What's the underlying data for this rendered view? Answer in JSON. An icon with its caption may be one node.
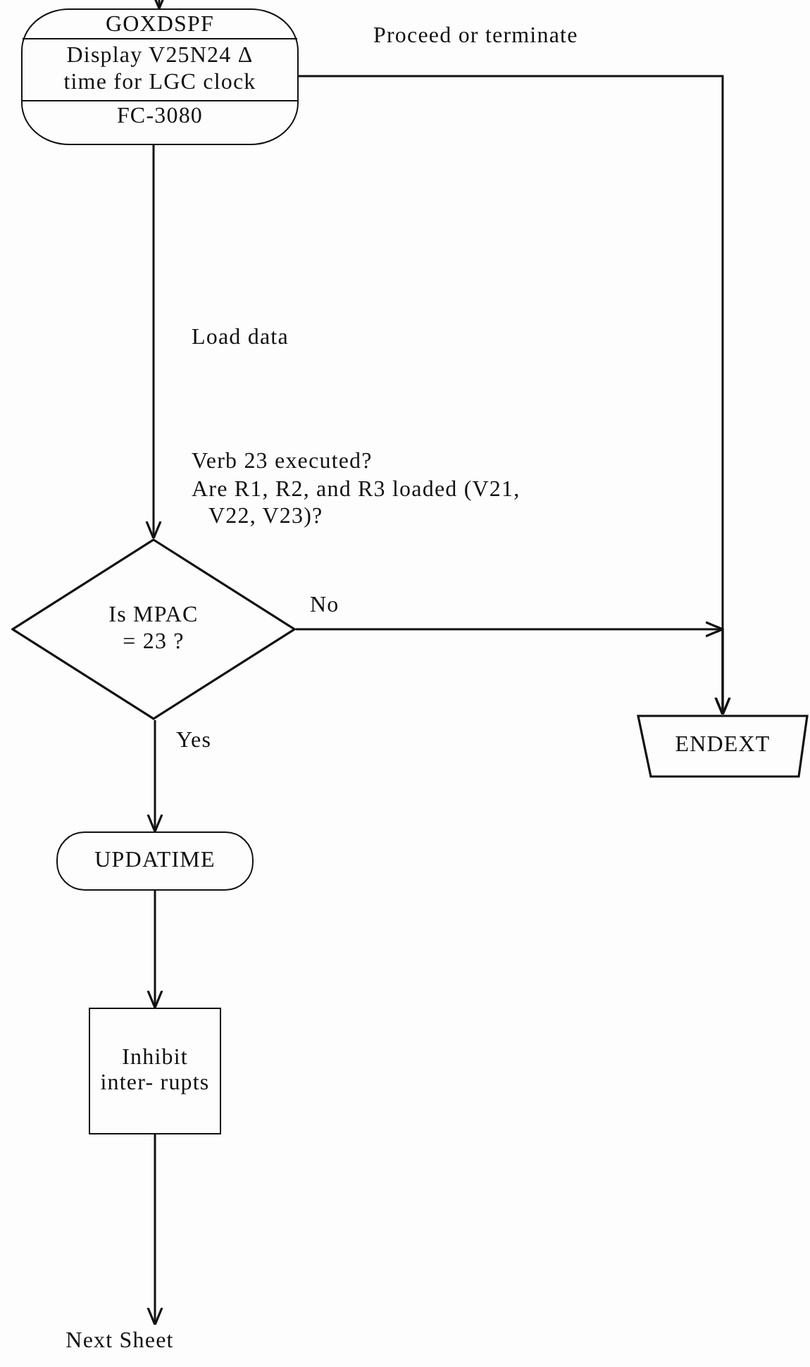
{
  "diagram": {
    "nodes": [
      {
        "text": [
          "GOXDSPF",
          "Display V25N24 Δ time for LGC clock",
          "FC-3080"
        ]
      },
      {
        "text": [
          "Is MPAC = 23 ?"
        ]
      },
      {
        "text": [
          "ENDEXT"
        ]
      },
      {
        "text": [
          "UPDATIME"
        ]
      },
      {
        "text": [
          "Inhibit inter- rupts"
        ]
      },
      {
        "text": [
          "Next Sheet"
        ]
      }
    ],
    "edges": [
      {
        "from": null,
        "to": 0,
        "arrow": "to"
      },
      {
        "from": 0,
        "to": 1,
        "arrow": "to",
        "label": "Load data"
      },
      {
        "from": 0,
        "to": 2,
        "arrow": "to",
        "label": "Proceed or terminate"
      },
      {
        "from": 1,
        "to": 2,
        "arrow": "to",
        "label": "No"
      },
      {
        "from": 1,
        "to": 3,
        "arrow": "to",
        "label": "Yes"
      },
      {
        "from": 3,
        "to": 4,
        "arrow": "to"
      },
      {
        "from": 4,
        "to": 5,
        "arrow": "to"
      }
    ],
    "labels": [
      "Verb 23 executed?",
      "Are R1, R2, and R3 loaded (V21, V22, V23)?"
    ]
  }
}
